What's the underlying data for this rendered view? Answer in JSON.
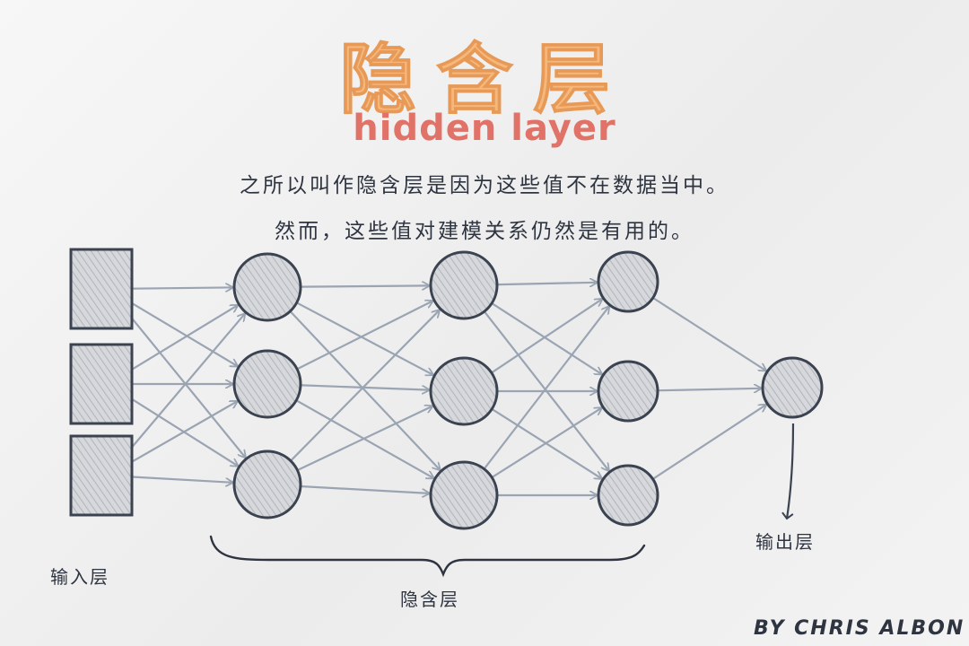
{
  "title": "隐含层",
  "subtitle": "hidden layer",
  "description": [
    "之所以叫作隐含层是因为这些值不在数据当中。",
    "然而，这些值对建模关系仍然是有用的。"
  ],
  "labels": {
    "input_layer": "输入层",
    "hidden_layers": "隐含层",
    "output_layer": "输出层"
  },
  "credit": "BY CHRIS ALBON",
  "colors": {
    "title": "#f6b77a",
    "subtitle": "#e07268",
    "node_outline": "#3b4250",
    "node_fill": "#c9ccd0",
    "edge": "#9aa4b2"
  },
  "network": {
    "layers": [
      {
        "name": "input",
        "nodes": 3,
        "shape": "square"
      },
      {
        "name": "hidden-1",
        "nodes": 3,
        "shape": "circle"
      },
      {
        "name": "hidden-2",
        "nodes": 3,
        "shape": "circle"
      },
      {
        "name": "hidden-3",
        "nodes": 3,
        "shape": "circle"
      },
      {
        "name": "output",
        "nodes": 1,
        "shape": "circle"
      }
    ]
  }
}
